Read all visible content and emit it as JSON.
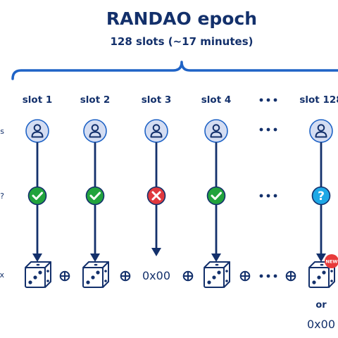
{
  "title": "RANDAO epoch",
  "subtitle": "128 slots (~17 minutes)",
  "row_labels": [
    "s",
    "?",
    "x"
  ],
  "columns": [
    {
      "slot_label": "slot 1",
      "status": "check",
      "output": "dice"
    },
    {
      "slot_label": "slot 2",
      "status": "check",
      "output": "dice"
    },
    {
      "slot_label": "slot 3",
      "status": "cross",
      "output": "0x00"
    },
    {
      "slot_label": "slot 4",
      "status": "check",
      "output": "dice"
    },
    {
      "slot_label": "•••",
      "status": "ellipsis",
      "output": "ellipsis"
    },
    {
      "slot_label": "slot 128",
      "status": "question",
      "output": "dice-new"
    }
  ],
  "operator_symbol": "⊕",
  "ellipsis": "•••",
  "badge_text": "NEW",
  "alt_separator": "or",
  "alt_value": "0x00",
  "colors": {
    "navy": "#13306b",
    "blue": "#1f63c6",
    "avatar_fill": "#d4ddf2",
    "check": "#22a33d",
    "cross": "#e0393e",
    "question": "#1ea8e6",
    "badge": "#e83a3a"
  },
  "icons": {
    "proposer": "user-icon",
    "check": "check-circle-icon",
    "cross": "x-circle-icon",
    "question": "question-circle-icon",
    "dice": "dice-icon",
    "xor": "xor-icon",
    "brace": "curly-brace"
  }
}
